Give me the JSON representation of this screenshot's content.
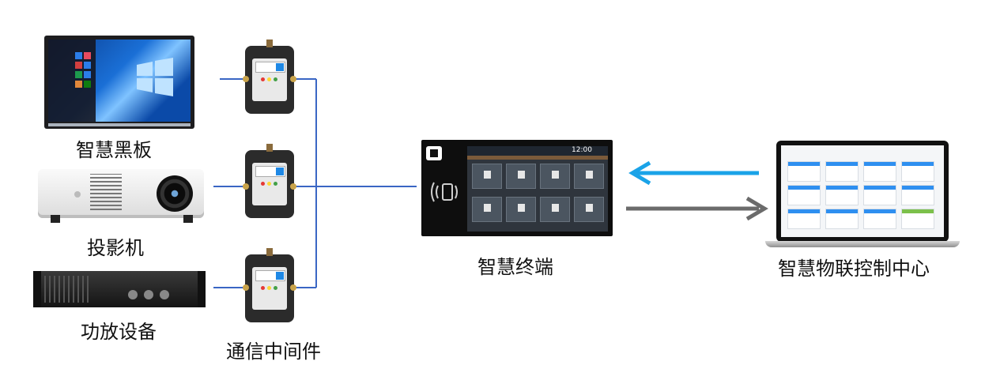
{
  "devices": {
    "smart_board": "智慧黑板",
    "projector": "投影机",
    "amplifier": "功放设备"
  },
  "middleware": {
    "label": "通信中间件"
  },
  "terminal": {
    "label": "智慧终端",
    "clock": "12:00"
  },
  "control_center": {
    "label": "智慧物联控制中心"
  },
  "colors": {
    "connector": "#3a66c4",
    "arrow_to_terminal": "#1aa3e8",
    "arrow_to_center": "#6b6b6b"
  },
  "icons": [
    "windows-logo",
    "rfid-card-icon",
    "arrow-left-icon",
    "arrow-right-icon"
  ]
}
